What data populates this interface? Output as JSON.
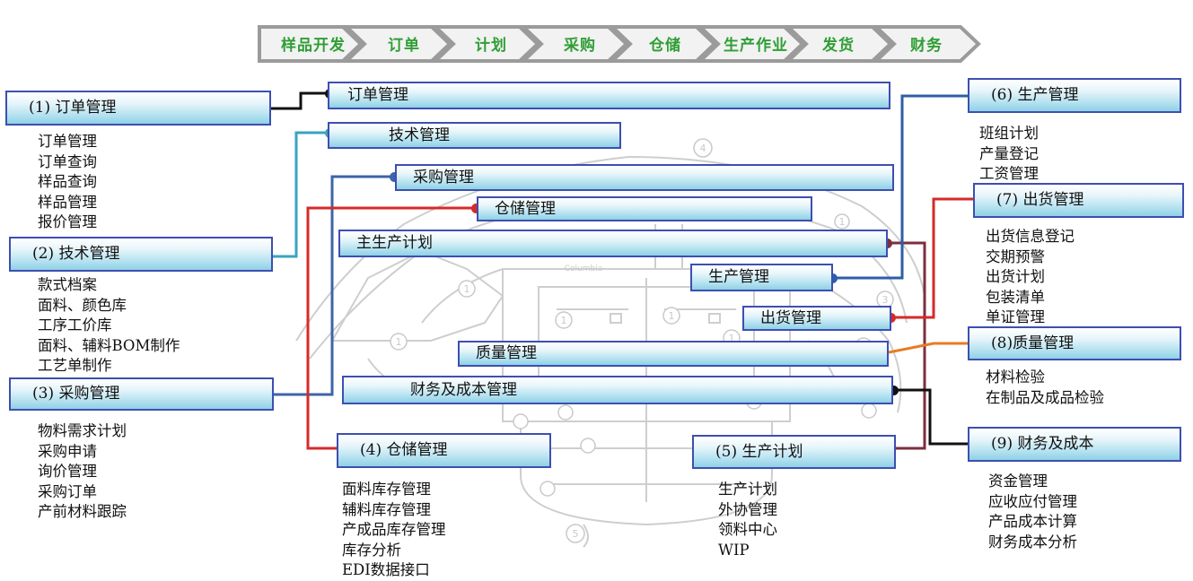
{
  "process_flow": {
    "steps": [
      "样品开发",
      "订单",
      "计划",
      "采购",
      "仓储",
      "生产作业",
      "发货",
      "财务"
    ],
    "label_color": "#2f9e35",
    "arrow_color": "#9b9b9b"
  },
  "center_boxes": [
    {
      "id": "order",
      "label": "订单管理"
    },
    {
      "id": "tech",
      "label": "技术管理"
    },
    {
      "id": "purchase",
      "label": "采购管理"
    },
    {
      "id": "warehouse",
      "label": "仓储管理"
    },
    {
      "id": "master-plan",
      "label": "主生产计划"
    },
    {
      "id": "production",
      "label": "生产管理"
    },
    {
      "id": "shipping",
      "label": "出货管理"
    },
    {
      "id": "quality",
      "label": "质量管理"
    },
    {
      "id": "finance",
      "label": "财务及成本管理"
    }
  ],
  "modules": [
    {
      "id": "m1",
      "title": "(1)  订单管理",
      "items": [
        "订单管理",
        "订单查询",
        "样品查询",
        "样品管理",
        "报价管理"
      ]
    },
    {
      "id": "m2",
      "title": "(2)  技术管理",
      "items": [
        "款式档案",
        "面料、颜色库",
        "工序工价库",
        "面料、辅料BOM制作",
        "工艺单制作"
      ]
    },
    {
      "id": "m3",
      "title": "(3)  采购管理",
      "items": [
        "物料需求计划",
        "采购申请",
        "询价管理",
        "采购订单",
        "产前材料跟踪"
      ]
    },
    {
      "id": "m4",
      "title": "(4)  仓储管理",
      "items": [
        "面料库存管理",
        "辅料库存管理",
        "产成品库存管理",
        "库存分析",
        "EDI数据接口"
      ]
    },
    {
      "id": "m5",
      "title": "(5)  生产计划",
      "items": [
        "生产计划",
        "外协管理",
        "领料中心",
        "WIP"
      ]
    },
    {
      "id": "m6",
      "title": "(6)  生产管理",
      "items": [
        "班组计划",
        "产量登记",
        "工资管理"
      ]
    },
    {
      "id": "m7",
      "title": "(7)  出货管理",
      "items": [
        "出货信息登记",
        "交期预警",
        "出货计划",
        "包装清单",
        "单证管理"
      ]
    },
    {
      "id": "m8",
      "title": "(8)质量管理",
      "items": [
        "材料检验",
        "在制品及成品检验"
      ]
    },
    {
      "id": "m9",
      "title": "(9)  财务及成本",
      "items": [
        "资金管理",
        "应收应付管理",
        "产品成本计算",
        "财务成本分析"
      ]
    }
  ],
  "background_markers": [
    "1",
    "3",
    "4",
    "5"
  ],
  "background_logo": "Columbia",
  "connector_colors": {
    "order": "#111111",
    "tech": "#3aa3c0",
    "purchase": "#3c64a8",
    "warehouse": "#d62a2a",
    "master-plan": "#7b2f3f",
    "production": "#2d5ea9",
    "shipping": "#d62a2a",
    "quality": "#e97b22",
    "finance": "#111111"
  }
}
